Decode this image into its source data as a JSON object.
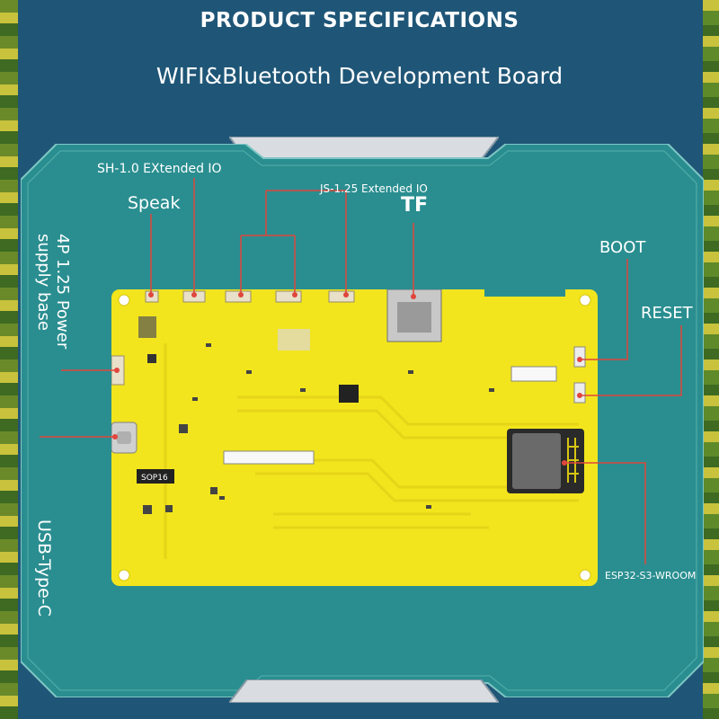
{
  "header": {
    "title": "PRODUCT SPECIFICATIONS",
    "subtitle": "WIFI&Bluetooth Development Board"
  },
  "labels": {
    "sh_io": "SH-1.0 EXtended IO",
    "js_io": "JS-1.25 Extended IO",
    "speak": "Speak",
    "tf": "TF",
    "boot": "BOOT",
    "reset": "RESET",
    "power_line1": "4P 1.25 Power",
    "power_line2": "supply base",
    "usb": "USB-Type-C",
    "module": "ESP32-S3-WROOM"
  },
  "board": {
    "chip_marking": "SOP16",
    "color": "#f2e51d"
  },
  "colors": {
    "frame": "#1f5677",
    "panel": "#2a8e90",
    "leader_line": "#e0463c",
    "board": "#f2e51d"
  }
}
